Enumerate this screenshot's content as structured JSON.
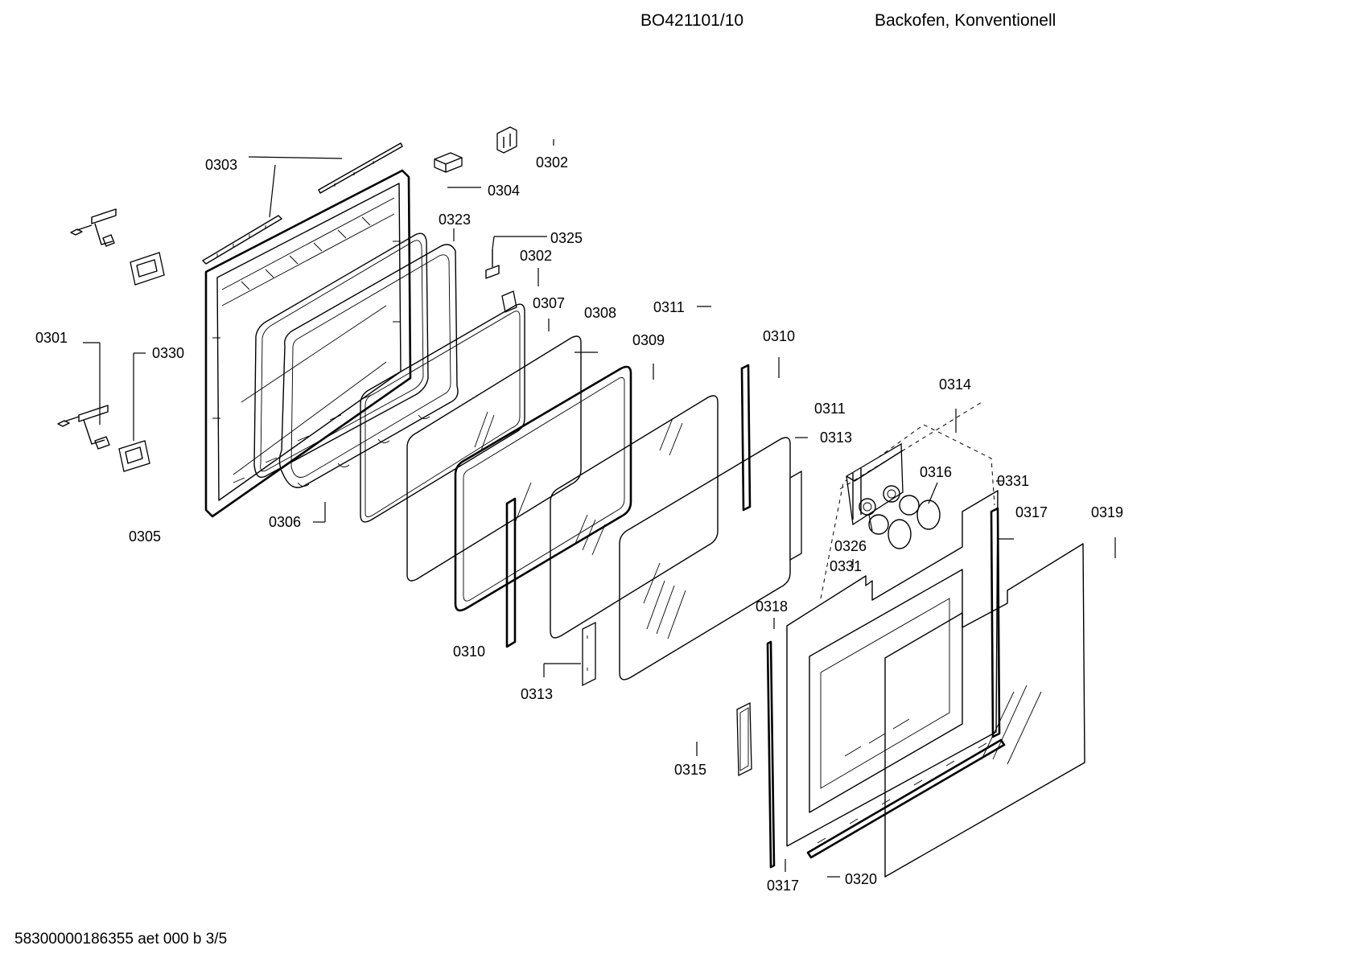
{
  "header": {
    "model": "BO421101/10",
    "description": "Backofen, Konventionell"
  },
  "footer": {
    "doc_code": "58300000186355 aet 000 b 3/5"
  },
  "callouts": {
    "c0301": "0301",
    "c0302a": "0302",
    "c0302b": "0302",
    "c0303": "0303",
    "c0304": "0304",
    "c0305": "0305",
    "c0306": "0306",
    "c0307": "0307",
    "c0308": "0308",
    "c0309": "0309",
    "c0310a": "0310",
    "c0310b": "0310",
    "c0311a": "0311",
    "c0311b": "0311",
    "c0313a": "0313",
    "c0313b": "0313",
    "c0314": "0314",
    "c0315": "0315",
    "c0316": "0316",
    "c0317a": "0317",
    "c0317b": "0317",
    "c0318": "0318",
    "c0319": "0319",
    "c0320": "0320",
    "c0323": "0323",
    "c0325": "0325",
    "c0326": "0326",
    "c0330": "0330",
    "c0331a": "0331",
    "c0331b": "0331"
  }
}
